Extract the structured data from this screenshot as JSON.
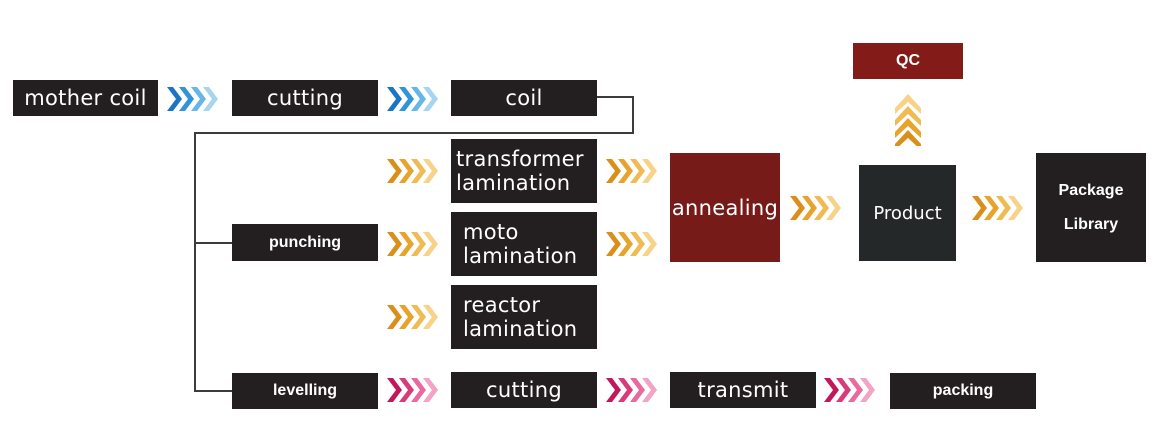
{
  "nodes": {
    "mother_coil": "mother coil",
    "cutting_top": "cutting",
    "coil": "coil",
    "qc": "QC",
    "transformer_l1": "transformer",
    "transformer_l2": "lamination",
    "moto_l1": "moto",
    "moto_l2": "lamination",
    "reactor_l1": "reactor",
    "reactor_l2": "lamination",
    "punching": "punching",
    "annealing": "annealing",
    "product": "Product",
    "package_l1": "Package",
    "package_l2": "Library",
    "levelling": "levelling",
    "cutting_bottom": "cutting",
    "transmit": "transmit",
    "packing": "packing"
  },
  "colors": {
    "node_dark": "#231f20",
    "node_red": "#771b18",
    "node_grey": "#252829",
    "qc_bg": "#831c18",
    "arrow_blue": [
      "#1a76c4",
      "#2f94d9",
      "#66b6e8",
      "#a6d5f2"
    ],
    "arrow_gold": [
      "#d98f1a",
      "#e7a32b",
      "#f0bb52",
      "#f6d389"
    ],
    "arrow_pink": [
      "#c2185b",
      "#d93a7c",
      "#e96aa0",
      "#f3a3c6"
    ],
    "connector": "#3c3c3c"
  },
  "icons": {
    "flow_arrow": "chevron-right-icon",
    "up_arrow": "chevron-up-icon"
  }
}
